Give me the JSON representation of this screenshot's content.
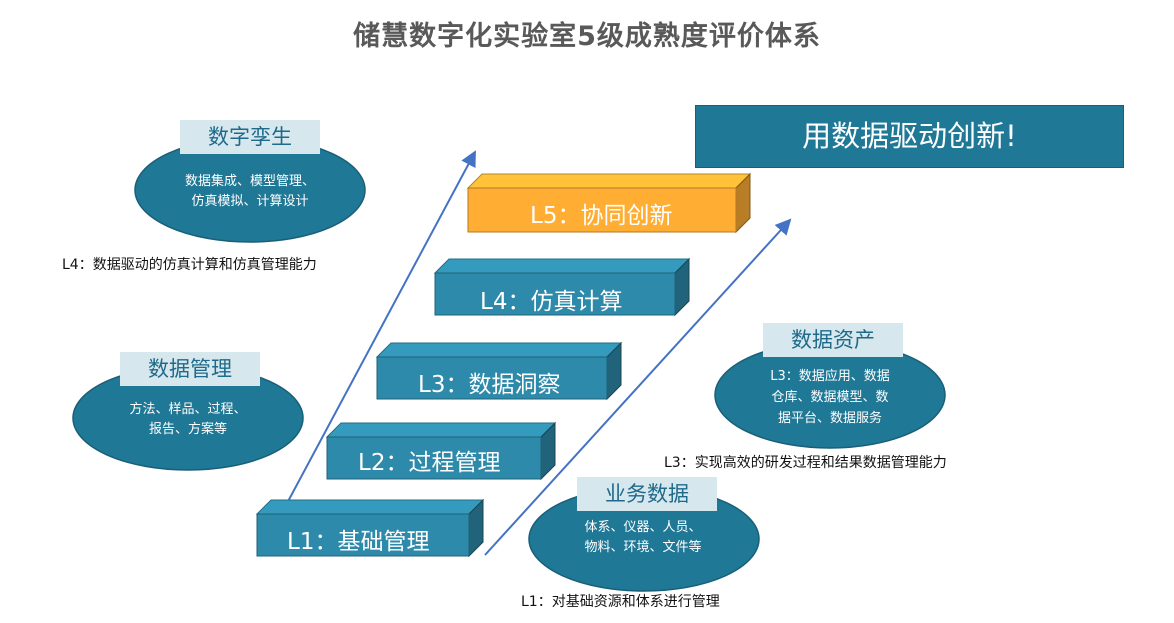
{
  "title": "储慧数字化实验室5级成熟度评价体系",
  "banner": "用数据驱动创新!",
  "levels": [
    {
      "label": "L1：基础管理",
      "color": "#2e8aaa"
    },
    {
      "label": "L2：过程管理",
      "color": "#2e8aaa"
    },
    {
      "label": "L3：数据洞察",
      "color": "#2e8aaa"
    },
    {
      "label": "L4：仿真计算",
      "color": "#2e8aaa"
    },
    {
      "label": "L5：协同创新",
      "color": "#ffad33"
    }
  ],
  "groups": {
    "digital_twin": {
      "tag": "数字孪生",
      "lines": [
        "数据集成、模型管理、",
        "仿真模拟、计算设计"
      ]
    },
    "data_management": {
      "tag": "数据管理",
      "lines": [
        "方法、样品、过程、",
        "报告、方案等"
      ]
    },
    "data_assets": {
      "tag": "数据资产",
      "lines": [
        "L3：数据应用、数据",
        "仓库、数据模型、数",
        "据平台、数据服务"
      ]
    },
    "business_data": {
      "tag": "业务数据",
      "lines": [
        "体系、仪器、人员、",
        "物料、环境、文件等"
      ]
    }
  },
  "notes": {
    "l4": "L4：数据驱动的仿真计算和仿真管理能力",
    "l3": "L3：实现高效的研发过程和结果数据管理能力",
    "l1": "L1：对基础资源和体系进行管理"
  },
  "colors": {
    "ellipse": "#1f7896",
    "arrow": "#4472c4",
    "tag_bg": "#d6e8ee"
  }
}
